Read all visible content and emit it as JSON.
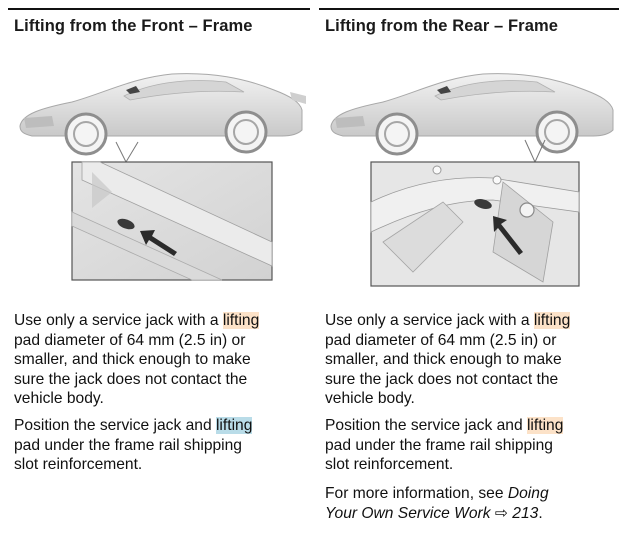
{
  "left": {
    "title": "Lifting from the Front – Frame",
    "para1_before": "Use only a service jack with a ",
    "para1_highlight": "lifting",
    "para1_line2": "pad diameter of 64 mm (2.5 in) or",
    "para1_line3": "smaller, and thick enough to make",
    "para1_line4": "sure the jack does not contact the",
    "para1_line5": "vehicle body.",
    "para2_before": "Position the service jack and ",
    "para2_highlight": "lifting",
    "para2_line2": "pad under the frame rail shipping",
    "para2_line3": "slot reinforcement."
  },
  "right": {
    "title": "Lifting from the Rear – Frame",
    "para1_before": "Use only a service jack with a ",
    "para1_highlight": "lifting",
    "para1_line2": "pad diameter of 64 mm (2.5 in) or",
    "para1_line3": "smaller, and thick enough to make",
    "para1_line4": "sure the jack does not contact the",
    "para1_line5": "vehicle body.",
    "para2_before": "Position the service jack and ",
    "para2_highlight": "lifting",
    "para2_line2": "pad under the frame rail shipping",
    "para2_line3": "slot reinforcement.",
    "para3_line1": "For more information, see ",
    "para3_link1": "Doing",
    "para3_link2": "Your Own Service Work",
    "para3_arrow": "⇨",
    "para3_page": "213",
    "para3_end": "."
  },
  "colors": {
    "rule": "#111111",
    "highlight_orange": "#fce2c8",
    "highlight_blue": "#b9dce8",
    "car_body": "#e6e6e6"
  }
}
